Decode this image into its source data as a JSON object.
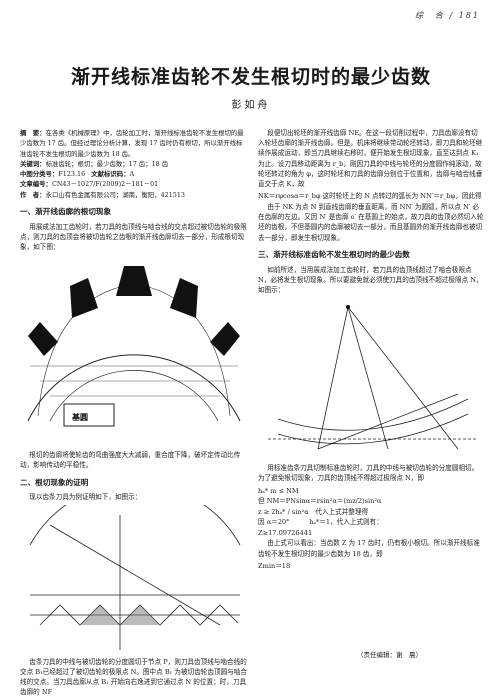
{
  "header": {
    "journal_page": "综　合 / 181"
  },
  "title": "渐开线标准齿轮不发生根切时的最少齿数",
  "author": "彭如舟",
  "abstract": {
    "label": "摘　要：",
    "text": "在各类《机械原理》中，齿轮加工时，渐开线标准齿轮不发生根切的最少齿数为 17 齿。但经过理论分析计算，发现 17 齿时仍有根切，所以渐开线标准齿轮不发生根切的最少齿数为 18 齿。"
  },
  "keywords": {
    "label": "关键词：",
    "text": "标准齿轮；根切；最少齿数；17 齿；18 齿"
  },
  "clc": {
    "label": "中图分类号：",
    "text": "F123.16",
    "doc_label": "文献标识码：",
    "doc": "A"
  },
  "article_no": {
    "label": "文章编号：",
    "text": "CN43－1027/F(2009)2－181－01"
  },
  "affiliation": {
    "label": "作　者：",
    "text": "永口山有色金属有限公司；湖南，衡阳，421513"
  },
  "left": {
    "sec1_title": "一、渐开线齿廓的根切现象",
    "sec1_para": "用展成法加工齿轮时，若刀具的齿顶线与啮合线的交点超过被切齿轮的极限点，则刀具的齿顶会将被切齿轮之齿根的渐开线齿廓切去一部分，形成根切现象，如下图：",
    "fig1_label": "基圆",
    "after_fig1": "根切的齿廓将使轮齿的弯曲强度大大减弱，重合度下降，破坏定传动比传动，影响传动的平稳性。",
    "sec2_title": "二、根切现象的证明",
    "sec2_para": "现以齿条刀具为例证明如下，如图示：",
    "after_fig2": "齿条刀具的中线与被切齿轮的分度圆切于节点 P，则刀具齿顶线与啮合线的交点 B₁已经超过了被切齿轮的极限点 N。图中点 B₁ 为被切齿轮齿顶圆与啮合线的交点。当刀具齿廓从点 B₁ 开始向右逸进到它通过点 N 的位置；时，刀具齿廓的 NF"
  },
  "right": {
    "para1": "段便切出轮坯的渐开线齿廓 NE。在这一段切削过程中，刀具齿廓没有切入轮坯齿廓的渐开线齿廓。但是，机床将继续带动轮坯转动，即刀具和轮坯继续作展成运动，即当刀具继续右移时，便开始发生根切现象，直至达到点 K₁ 为止。设刀具移动距离为 r_b，刚因刀具的中线与轮坯的分度圆作纯滚动，故轮坯转过的角为 φ，这时轮坯和刀具的齿廓分别位于位置和，齿廓与啮合线垂直交于点 K，故",
    "eq1": "NK＝rφcosα＝r_bφ 这时轮坯上的 N 点转过的弧长为 NN′＝r_bφ，因此得",
    "para2": "由于 NK 为点 N 到直线齿廓的垂直距离，而 NN′ 为圆弧，所以点 N′ 必在齿廓的左边。又因 N′ 是齿廓 e′ 在基圆上的始点，故刀具的齿顶必然切入轮坯的齿根，不但基圆内的齿廓被切去一部分，而且基圆外的渐开线齿廓也被切去一部分，即发生根切现象。",
    "sec3_title": "三、渐开线标准齿轮不发生根切时的最少齿数",
    "para3": "如前所述，当用展成法加工齿轮时，若刀具的齿顶线超过了啮合极限点 N，必将发生根切现象。所以要避免就必须使刀具的齿顶线不超过极限点 N，如图示：",
    "para4": "用标准齿条刀具切制标准齿轮时，刀具的中线与被切齿轮的分度圆相切。为了避免根切现象，刀具的齿顶线不得超过极限点 N，即",
    "eq2": "hₐ* m ≤ NM",
    "eq3": "但 NM＝PNsinα＝rsin²α＝(mz/2)sin²α",
    "eq4": "z ≥ 2hₐ* / sin²α　代入上式并整理得",
    "eq5": "因 α＝20°　　　hₐ*＝1，代入上式则有：",
    "eq6": "Z≥17.09726441",
    "para5": "由上式可以看出：当齿数 Z 为 17 齿时，仍有根小根切。所以渐开线标准齿轮不发生根切时的最少齿数为 18 齿，即",
    "eq7": "Zmin＝18",
    "editor": "（责任编辑：谢　晨）"
  }
}
